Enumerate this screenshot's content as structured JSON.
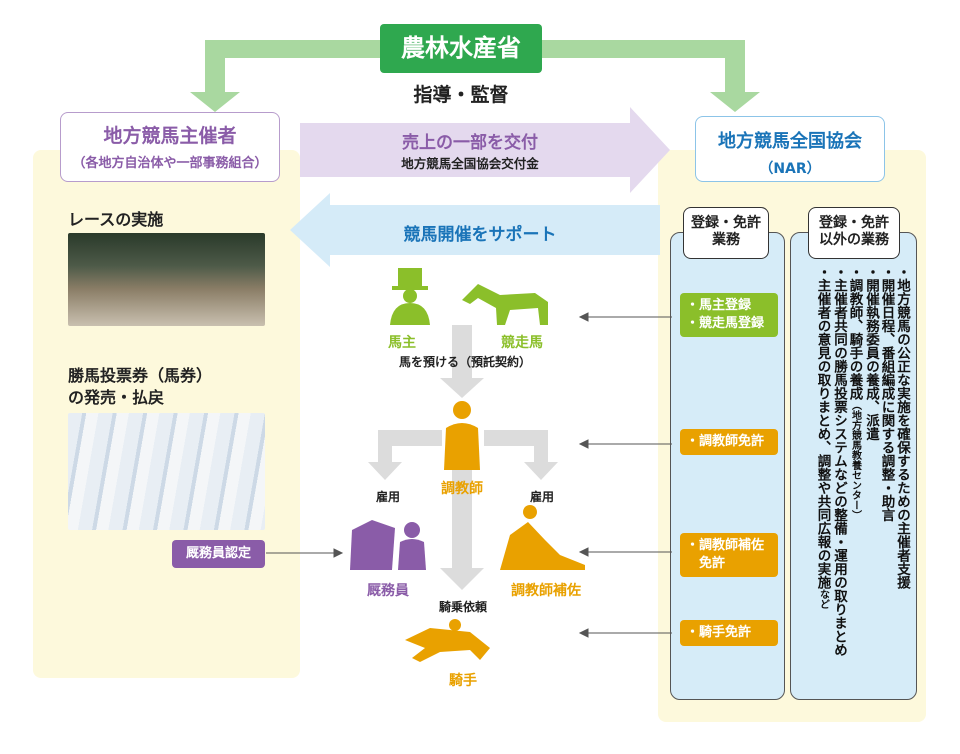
{
  "ministry": {
    "title": "農林水産省",
    "caption": "指導・監督"
  },
  "organizer": {
    "title": "地方競馬主催者",
    "subtitle": "（各地方自治体や一部事務組合）",
    "race_label": "レースの実施",
    "betting_label_1": "勝馬投票券（馬券）",
    "betting_label_2": "の発売・払戻",
    "groom_cert": "厩務員認定"
  },
  "flow": {
    "pay_title": "売上の一部を交付",
    "pay_sub": "地方競馬全国協会交付金",
    "support": "競馬開催をサポート"
  },
  "nar": {
    "title": "地方競馬全国協会",
    "abbr": "（NAR）",
    "col1_header_1": "登録・免許",
    "col1_header_2": "業務",
    "col2_header_1": "登録・免許",
    "col2_header_2": "以外の業務",
    "licenses": [
      "・馬主登録",
      "・競走馬登録",
      "・調教師免許",
      "・調教師補佐",
      "　免許",
      "・騎手免許"
    ],
    "duties": [
      "・地方競馬の公正な実施を確保するための主催者支援",
      "・開催日程、番組編成に関する調整・助言",
      "・開催執務委員の養成、派遣",
      "・調教師、騎手の養成",
      "（地方競馬教養センター）",
      "・主催者共同の勝馬投票システムなどの整備・運用の取りまとめ",
      "・主催者の意見の取りまとめ、調整や共同広報の実施",
      "など"
    ]
  },
  "people": {
    "owner": "馬主",
    "horse": "競走馬",
    "deposit": "馬を預ける（預託契約）",
    "trainer": "調教師",
    "employ": "雇用",
    "groom": "厩務員",
    "assistant": "調教師補佐",
    "ride_request": "騎乗依頼",
    "jockey": "騎手"
  },
  "colors": {
    "green": "#2fa84f",
    "purple": "#8a5ca8",
    "blue": "#1a74b8",
    "orange": "#e9a100",
    "lime": "#8bbf2a"
  }
}
